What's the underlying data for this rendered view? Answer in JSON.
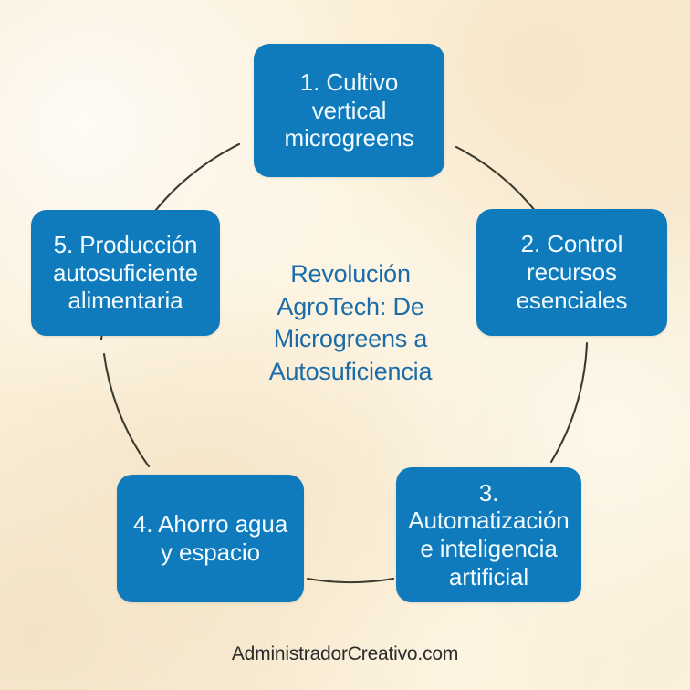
{
  "diagram": {
    "type": "cycle",
    "center_title": "Revolución AgroTech: De Microgreens a Autosuficiencia",
    "accent_color": "#0f7bbd",
    "title_color": "#1b6ca8",
    "background_color": "#faeed6",
    "connector_color": "#3a3a2e",
    "nodes": [
      {
        "id": "node1",
        "label": "1. Cultivo vertical microgreens"
      },
      {
        "id": "node2",
        "label": "2. Control recursos esenciales"
      },
      {
        "id": "node3",
        "label": "3. Automatización e inteligencia artificial"
      },
      {
        "id": "node4",
        "label": "4. Ahorro agua y espacio"
      },
      {
        "id": "node5",
        "label": "5. Producción autosuficiente alimentaria"
      }
    ]
  },
  "footer": {
    "watermark": "AdministradorCreativo.com"
  }
}
